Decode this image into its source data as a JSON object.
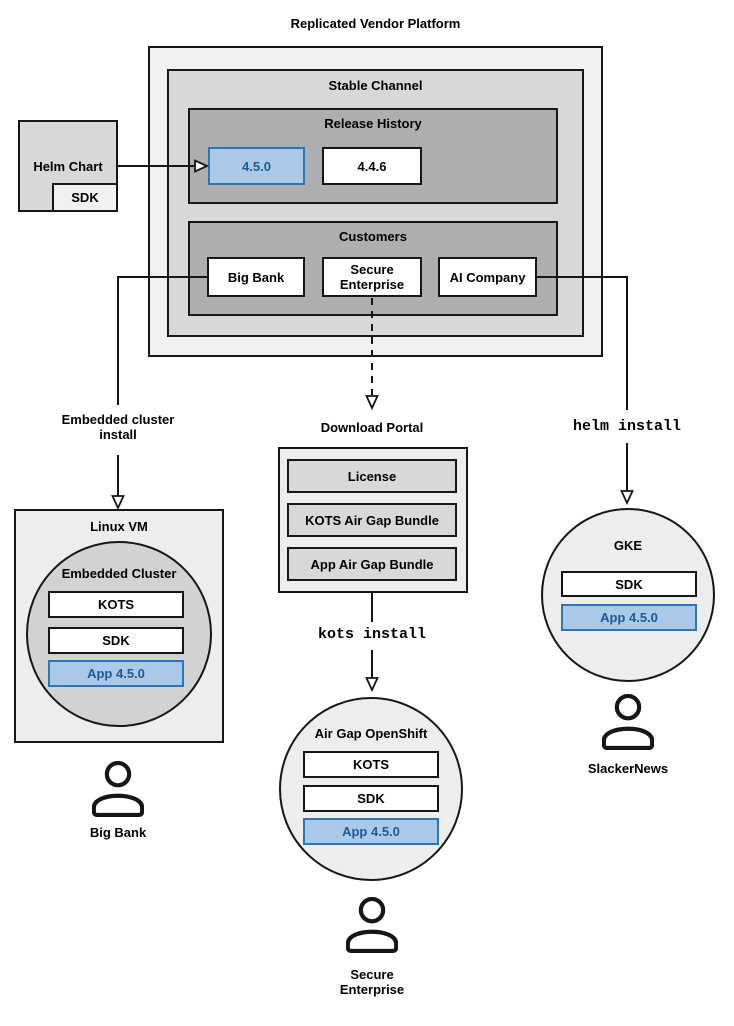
{
  "platform": {
    "title": "Replicated Vendor Platform",
    "stable_channel": {
      "title": "Stable Channel",
      "release_history": {
        "title": "Release History",
        "releases": [
          {
            "version": "4.5.0",
            "highlighted": true
          },
          {
            "version": "4.4.6",
            "highlighted": false
          }
        ]
      },
      "customers": {
        "title": "Customers",
        "items": [
          {
            "name": "Big Bank"
          },
          {
            "name": "Secure Enterprise"
          },
          {
            "name": "AI Company"
          }
        ]
      }
    }
  },
  "helm_chart": {
    "title": "Helm Chart",
    "sdk": "SDK"
  },
  "edges": {
    "embedded_cluster_install": "Embedded cluster install",
    "kots_install": "kots install",
    "helm_install": "helm install"
  },
  "download_portal": {
    "title": "Download Portal",
    "items": [
      {
        "name": "License"
      },
      {
        "name": "KOTS Air Gap Bundle"
      },
      {
        "name": "App Air Gap Bundle"
      }
    ]
  },
  "clusters": {
    "linux_vm": {
      "title": "Linux VM",
      "circle_title": "Embedded Cluster",
      "components": [
        {
          "name": "KOTS",
          "highlighted": false
        },
        {
          "name": "SDK",
          "highlighted": false
        },
        {
          "name": "App 4.5.0",
          "highlighted": true
        }
      ],
      "user": "Big Bank"
    },
    "air_gap_openshift": {
      "title": "Air Gap OpenShift",
      "components": [
        {
          "name": "KOTS",
          "highlighted": false
        },
        {
          "name": "SDK",
          "highlighted": false
        },
        {
          "name": "App 4.5.0",
          "highlighted": true
        }
      ],
      "user": "Secure Enterprise"
    },
    "gke": {
      "title": "GKE",
      "components": [
        {
          "name": "SDK",
          "highlighted": false
        },
        {
          "name": "App 4.5.0",
          "highlighted": true
        }
      ],
      "user": "SlackerNews"
    }
  },
  "colors": {
    "highlight_fill": "#aac9e9",
    "highlight_border": "#2e75b6",
    "highlight_text": "#1d5a96",
    "gray_light": "#f1f1f1",
    "gray_mid": "#d8d8d8",
    "gray_dark": "#aeaeae",
    "line": "#161616"
  }
}
